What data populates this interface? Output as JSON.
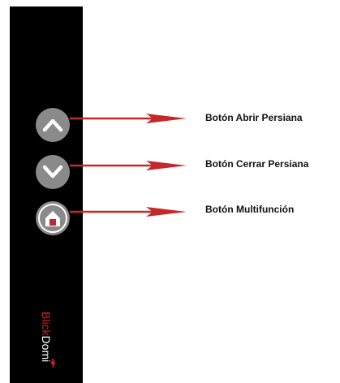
{
  "labels": {
    "open": "Botón Abrir Persiana",
    "close": "Botón Cerrar Persiana",
    "multi": "Botón Multifunción"
  },
  "brand": {
    "part_a": "Blick",
    "part_b": "Domi"
  },
  "colors": {
    "device": "#000000",
    "button": "#8a8a8a",
    "arrow": "#c3282b",
    "accent": "#c3282b"
  },
  "icons": {
    "open_button": "chevron-up-icon",
    "close_button": "chevron-down-icon",
    "multi_button": "home-icon",
    "brand_signal": "wifi-signal-icon"
  }
}
